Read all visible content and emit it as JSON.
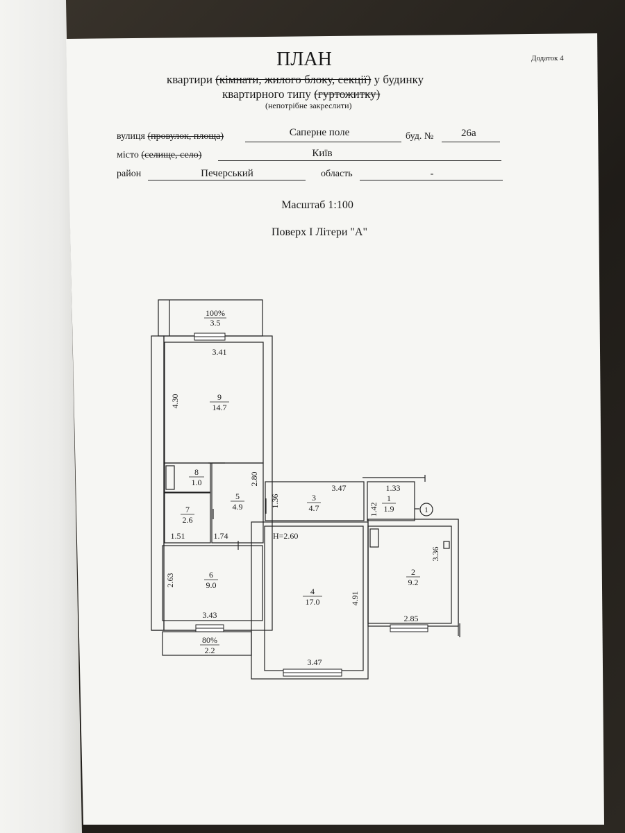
{
  "header": {
    "title": "ПЛАН",
    "appendix": "Додаток 4",
    "line1_text": "квартири",
    "line1_struck": "(кімнати, жилого блоку, секції)",
    "line1_suffix": "у будинку",
    "line2_text": "квартирного типу",
    "line2_struck": "(гуртожитку)",
    "note": "(непотрібне закреслити)"
  },
  "address": {
    "street_label": "вулиця",
    "street_struck": "(провулок, площа)",
    "street_value": "Саперне поле",
    "building_label": "буд. №",
    "building_value": "26а",
    "city_label": "місто",
    "city_struck": "(селище, село)",
    "city_value": "Київ",
    "district_label": "район",
    "district_value": "Печерський",
    "region_label": "область",
    "region_value": "-"
  },
  "scale": "Масштаб 1:100",
  "floor": "Поверх І Літери \"А\"",
  "plan": {
    "height_label": "H=2.60",
    "balcony_top": {
      "percent": "100%",
      "area": "3.5"
    },
    "balcony_bottom": {
      "percent": "80%",
      "area": "2.2"
    },
    "marker": "1",
    "rooms": [
      {
        "num": "1",
        "area": "1.9"
      },
      {
        "num": "2",
        "area": "9.2"
      },
      {
        "num": "3",
        "area": "4.7"
      },
      {
        "num": "4",
        "area": "17.0"
      },
      {
        "num": "5",
        "area": "4.9"
      },
      {
        "num": "6",
        "area": "9.0"
      },
      {
        "num": "7",
        "area": "2.6"
      },
      {
        "num": "8",
        "area": "1.0"
      },
      {
        "num": "9",
        "area": "14.7"
      }
    ],
    "dims": {
      "r9_width": "3.41",
      "r9_height": "4.30",
      "r5_height": "2.80",
      "r3_width": "3.47",
      "r3_height": "1.36",
      "r1_width": "1.33",
      "r1_height": "1.42",
      "r7_width": "1.51",
      "r5_width": "1.74",
      "r2_height": "3.36",
      "r2_width": "2.85",
      "r6_height": "2.63",
      "r6_width": "3.43",
      "r4_height": "4.91",
      "r4_width": "3.47"
    }
  }
}
